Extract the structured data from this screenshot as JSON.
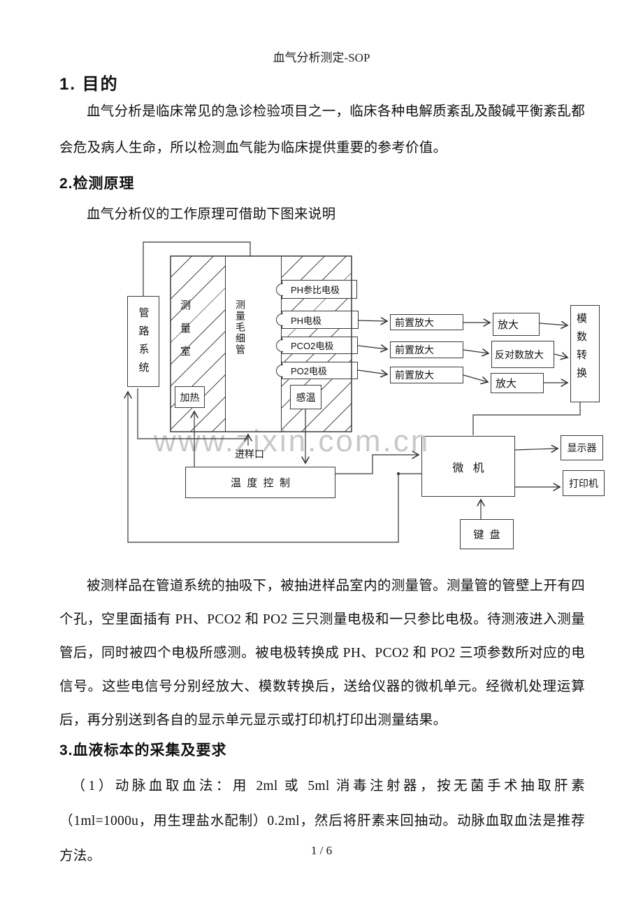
{
  "doc": {
    "header_title": "血气分析测定-SOP",
    "footer": "1 / 6",
    "watermark": "www.zixin.com.cn"
  },
  "sections": {
    "s1_heading": "1. 目的",
    "s1_para": "血气分析是临床常见的急诊检验项目之一，临床各种电解质紊乱及酸碱平衡紊乱都会危及病人生命，所以检测血气能为临床提供重要的参考价值。",
    "s2_heading": "2.检测原理",
    "s2_intro": "血气分析仪的工作原理可借助下图来说明",
    "s2_para": "被测样品在管道系统的抽吸下，被抽进样品室内的测量管。测量管的管壁上开有四个孔，空里面插有 PH、PCO2 和 PO2 三只测量电极和一只参比电极。待测液进入测量管后，同时被四个电极所感测。被电极转换成 PH、PCO2 和 PO2 三项参数所对应的电信号。这些电信号分别经放大、模数转换后，送给仪器的微机单元。经微机处理运算后，再分别送到各自的显示单元显示或打印机打印出测量结果。",
    "s3_heading": "3.血液标本的采集及要求",
    "s3_para": "（1）动脉血取血法：用 2ml 或 5ml 消毒注射器，按无菌手术抽取肝素（1ml=1000u，用生理盐水配制）0.2ml，然后将肝素来回抽动。动脉血取血法是推荐方法。"
  },
  "diagram": {
    "pipeline": "管路系统",
    "chamber": "测量室",
    "capillary": "测量毛细管",
    "electrodes": {
      "ref": "PH参比电极",
      "ph": "PH电极",
      "pco2": "PCO2电极",
      "po2": "PO2电极"
    },
    "heater": "加热",
    "sensor": "感温",
    "preamp": "前置放大",
    "amp1": "放大",
    "antilog": "反对数放大",
    "amp2": "放大",
    "adc": "模数转换",
    "computer": "微   机",
    "display": "显示器",
    "printer": "打印机",
    "keyboard": "键  盘",
    "tempctl": "温  度  控  制",
    "inlet": "进样口"
  }
}
